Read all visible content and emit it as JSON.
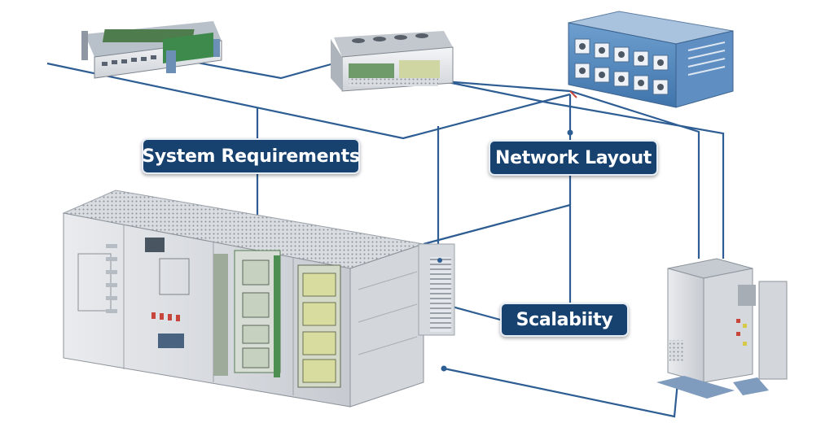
{
  "labels": {
    "system_requirements": "System Requirements",
    "network_layout": "Network Layout",
    "scalability": "Scalabiity"
  },
  "colors": {
    "line": "#2d5d93",
    "label_bg": "#17416f",
    "label_text": "#ffffff"
  }
}
